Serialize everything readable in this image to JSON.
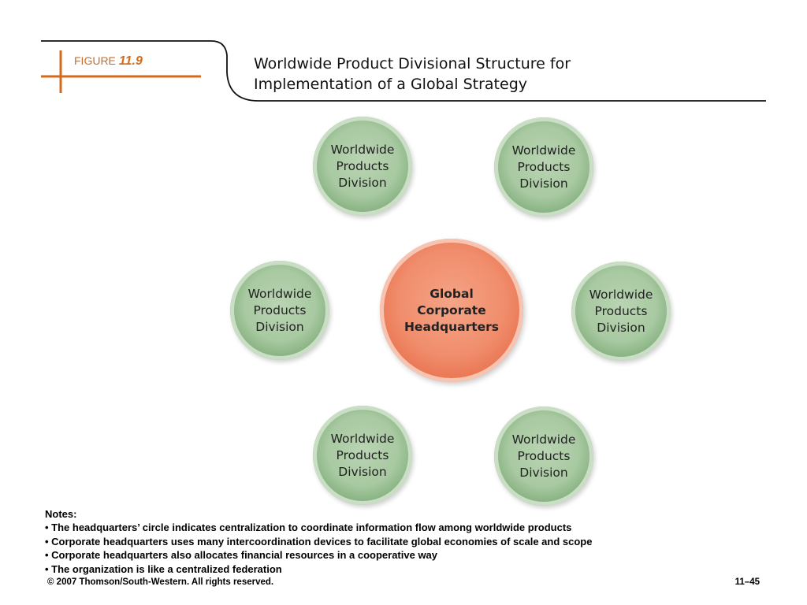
{
  "header": {
    "figure_word": "FIGURE",
    "figure_number": "11.9",
    "title_line1": "Worldwide Product Divisional Structure for",
    "title_line2": "Implementation of a Global Strategy"
  },
  "colors": {
    "accent_orange": "#d36a1c",
    "division_green": "#8ab484",
    "headquarters_orange": "#ea7653"
  },
  "diagram": {
    "center": {
      "line1": "Global",
      "line2": "Corporate",
      "line3": "Headquarters"
    },
    "divisions": [
      {
        "line1": "Worldwide",
        "line2": "Products",
        "line3": "Division"
      },
      {
        "line1": "Worldwide",
        "line2": "Products",
        "line3": "Division"
      },
      {
        "line1": "Worldwide",
        "line2": "Products",
        "line3": "Division"
      },
      {
        "line1": "Worldwide",
        "line2": "Products",
        "line3": "Division"
      },
      {
        "line1": "Worldwide",
        "line2": "Products",
        "line3": "Division"
      },
      {
        "line1": "Worldwide",
        "line2": "Products",
        "line3": "Division"
      }
    ]
  },
  "notes": {
    "heading": "Notes:",
    "items": [
      "• The headquarters’ circle indicates centralization to coordinate information flow among worldwide products",
      "• Corporate headquarters uses many intercoordination devices to facilitate global economies of scale and scope",
      "• Corporate headquarters also allocates financial resources in a cooperative way",
      "• The organization is like a centralized federation"
    ]
  },
  "footer": {
    "copyright": "© 2007 Thomson/South-Western. All rights reserved.",
    "page_number": "11–45"
  }
}
